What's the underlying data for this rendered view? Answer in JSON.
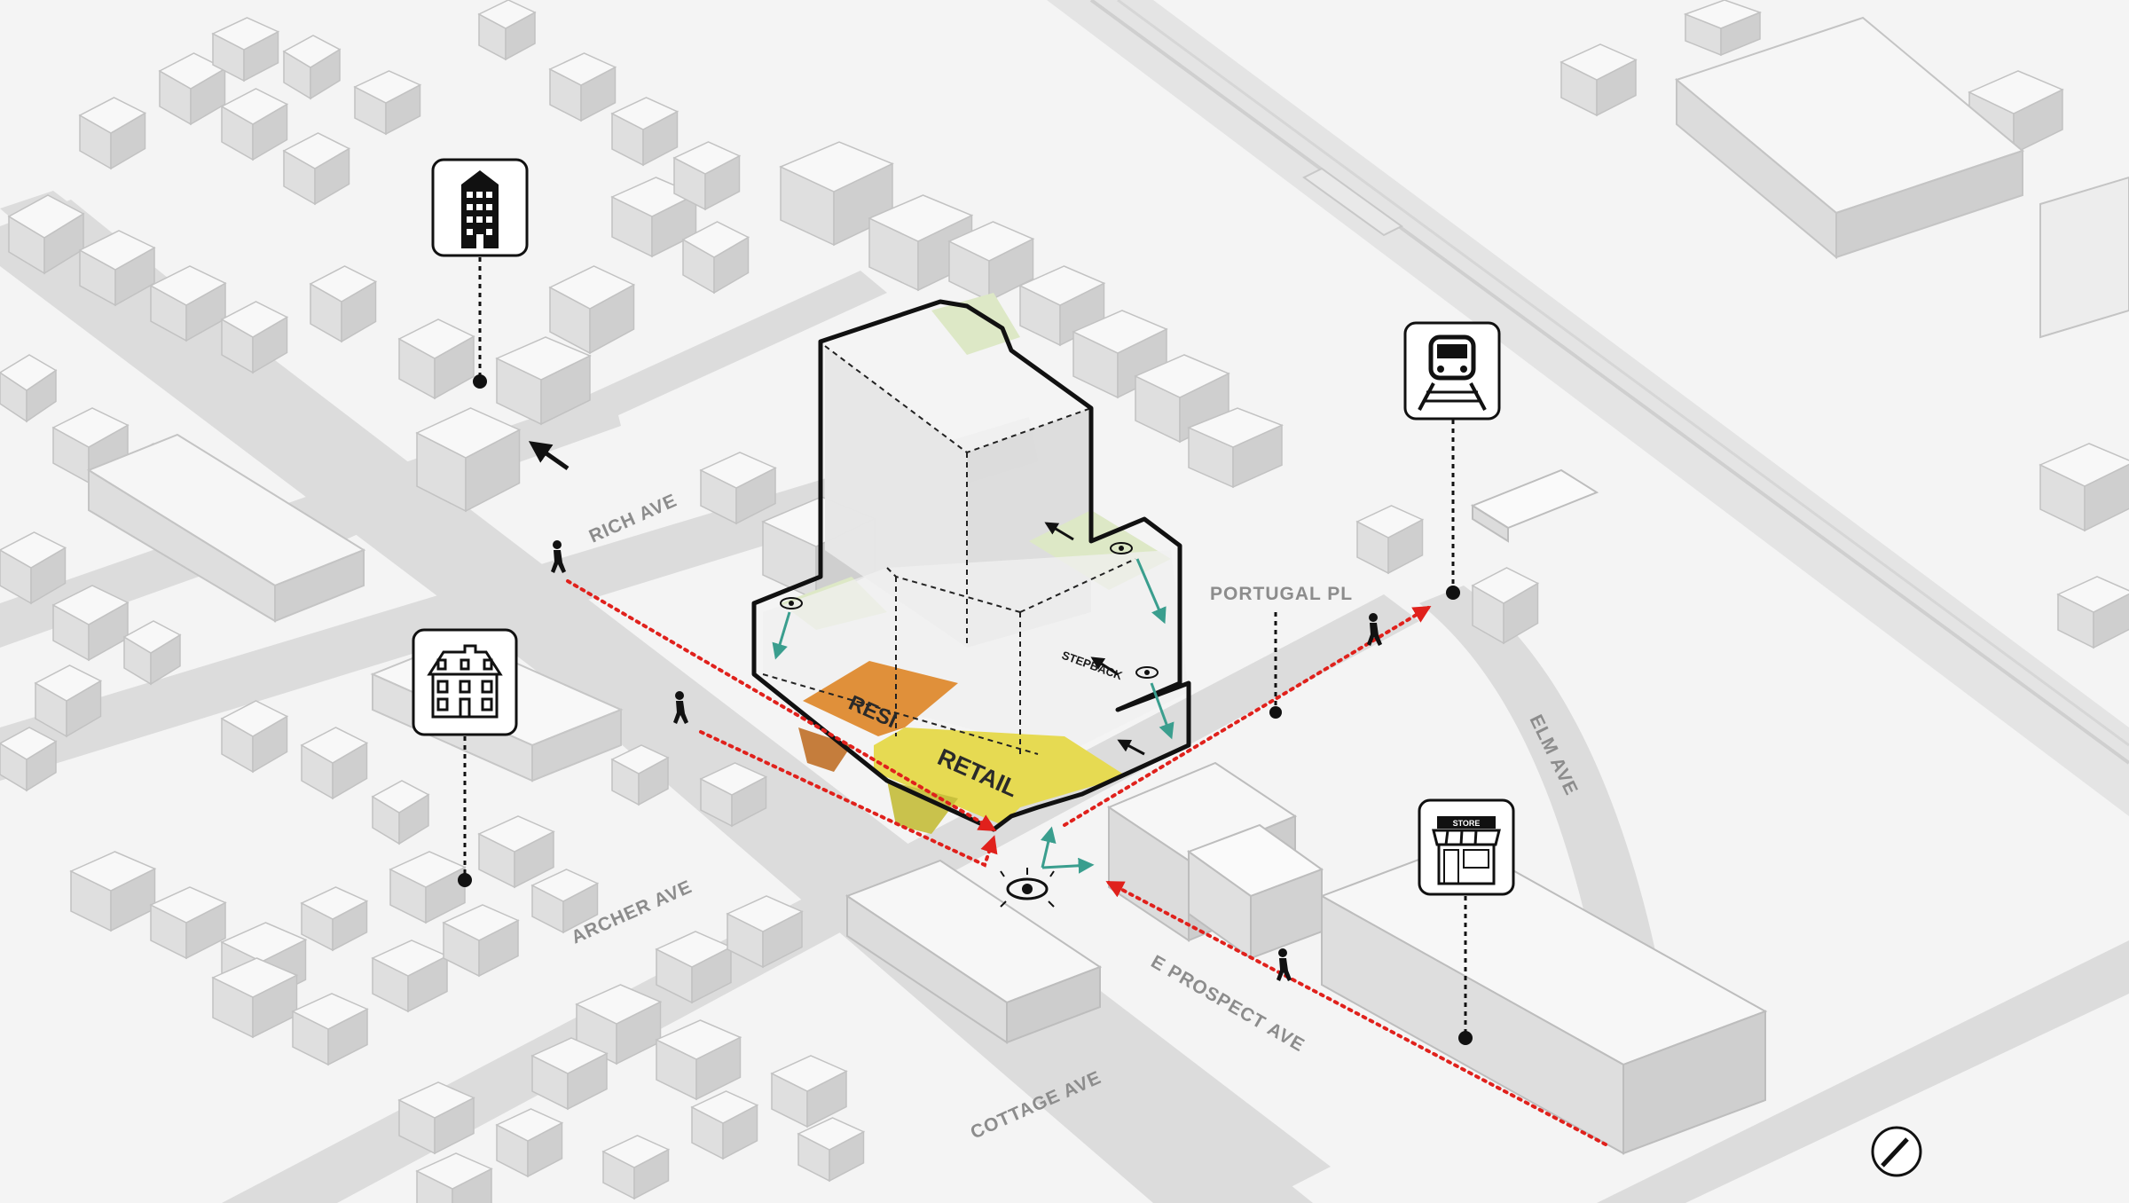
{
  "streets": {
    "rich_ave": "RICH AVE",
    "archer_ave": "ARCHER AVE",
    "cottage_ave": "COTTAGE AVE",
    "e_prospect_ave": "E PROSPECT AVE",
    "elm_ave": "ELM AVE",
    "portugal_pl": "PORTUGAL PL"
  },
  "program": {
    "resi": "RESI",
    "retail": "RETAIL",
    "stepback": "STEPBACK"
  },
  "icons": {
    "highrise": "apartment-building-icon",
    "townhouse": "townhouse-icon",
    "transit": "train-station-icon",
    "store": "store-icon",
    "store_sign": "STORE",
    "north": "north-arrow-icon"
  },
  "colors": {
    "resi": "#e0903a",
    "retail": "#e6da52",
    "path": "#e0211c",
    "view": "#3a9e8e",
    "greenroof": "#dde8c6",
    "outline": "#111111"
  }
}
